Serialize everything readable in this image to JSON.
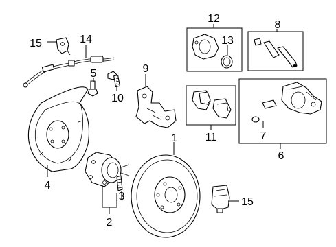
{
  "callouts": {
    "c1": "1",
    "c2": "2",
    "c3": "3",
    "c4": "4",
    "c5": "5",
    "c6": "6",
    "c7": "7",
    "c8": "8",
    "c9": "9",
    "c10": "10",
    "c11": "11",
    "c12": "12",
    "c13": "13",
    "c14": "14",
    "c15a": "15",
    "c15b": "15"
  },
  "parts": [
    {
      "ref": "c1",
      "icon": "brake-rotor"
    },
    {
      "ref": "c2",
      "icon": "hub-bearing"
    },
    {
      "ref": "c3",
      "icon": "wheel-stud"
    },
    {
      "ref": "c4",
      "icon": "dust-shield"
    },
    {
      "ref": "c5",
      "icon": "bolt"
    },
    {
      "ref": "c6",
      "icon": "caliper-assembly"
    },
    {
      "ref": "c7",
      "icon": "bleeder-screw"
    },
    {
      "ref": "c8",
      "icon": "guide-pin"
    },
    {
      "ref": "c9",
      "icon": "caliper-bracket"
    },
    {
      "ref": "c10",
      "icon": "bolt"
    },
    {
      "ref": "c11",
      "icon": "brake-pads"
    },
    {
      "ref": "c12",
      "icon": "caliper-piston"
    },
    {
      "ref": "c13",
      "icon": "seal-ring"
    },
    {
      "ref": "c14",
      "icon": "brake-hose"
    },
    {
      "ref": "c15a",
      "icon": "hose-bracket"
    },
    {
      "ref": "c15b",
      "icon": "abs-sensor"
    }
  ]
}
